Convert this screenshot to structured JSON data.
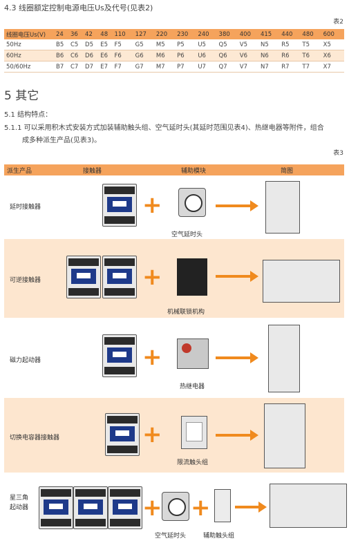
{
  "section_4_3": "4.3 线圈额定控制电源电压Us及代号(见表2)",
  "table2": {
    "label": "表2",
    "header": [
      "线圈电压Us(V)",
      "24",
      "36",
      "42",
      "48",
      "110",
      "127",
      "220",
      "230",
      "240",
      "380",
      "400",
      "415",
      "440",
      "480",
      "600"
    ],
    "rows": [
      [
        "50Hz",
        "B5",
        "C5",
        "D5",
        "E5",
        "F5",
        "G5",
        "M5",
        "P5",
        "U5",
        "Q5",
        "V5",
        "N5",
        "R5",
        "T5",
        "X5"
      ],
      [
        "60Hz",
        "B6",
        "C6",
        "D6",
        "E6",
        "F6",
        "G6",
        "M6",
        "P6",
        "U6",
        "Q6",
        "V6",
        "N6",
        "R6",
        "T6",
        "X6"
      ],
      [
        "50/60Hz",
        "B7",
        "C7",
        "D7",
        "E7",
        "F7",
        "G7",
        "M7",
        "P7",
        "U7",
        "Q7",
        "V7",
        "N7",
        "R7",
        "T7",
        "X7"
      ]
    ]
  },
  "section_5": "5 其它",
  "section_5_1": "5.1 结构特点：",
  "section_5_1_1_line1": "5.1.1 可以采用积木式安装方式加装辅助触头组、空气延时头(其延时范围见表4)、热继电器等附件，组合",
  "section_5_1_1_line2": "成多种派生产品(见表3)。",
  "table3": {
    "label": "表3",
    "headers": [
      "派生产品",
      "接触器",
      "辅助模块",
      "简图"
    ],
    "rows": [
      {
        "product": "延时接触器",
        "module_caption": "空气延时头"
      },
      {
        "product": "可逆接触器",
        "module_caption": "机械联锁机构"
      },
      {
        "product": "磁力起动器",
        "module_caption": "热继电器"
      },
      {
        "product": "切换电容器接触器",
        "module_caption": "限流触头组"
      },
      {
        "product": "星三角起动器",
        "product_line1": "星三角",
        "product_line2": "起动器",
        "module_caption": "空气延时头",
        "module_caption_2": "辅助触头组"
      }
    ]
  },
  "colors": {
    "header_orange": "#f5a35c",
    "band_shade": "#fde6cf",
    "accent_orange": "#f08a1e"
  }
}
